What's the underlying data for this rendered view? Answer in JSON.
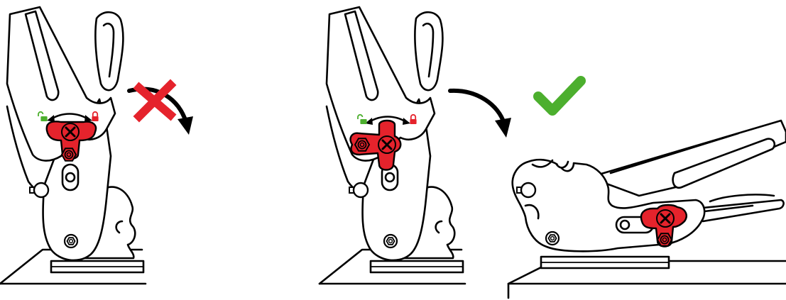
{
  "panels": [
    {
      "id": "step-1",
      "status": "incorrect"
    },
    {
      "id": "step-2",
      "status": "correct"
    },
    {
      "id": "step-3",
      "status": "result"
    }
  ],
  "icons": {
    "lock_open": "lock-open-icon",
    "lock_closed": "lock-closed-icon",
    "wrong": "x-mark-icon",
    "right": "check-mark-icon",
    "arrow": "curved-arrow-icon"
  },
  "colors": {
    "lever": "#e5232c",
    "wrong_mark": "#e5232c",
    "right_mark": "#4caf2e",
    "lock_open": "#4caf2e",
    "lock_closed": "#e5232c",
    "outline": "#000000"
  }
}
